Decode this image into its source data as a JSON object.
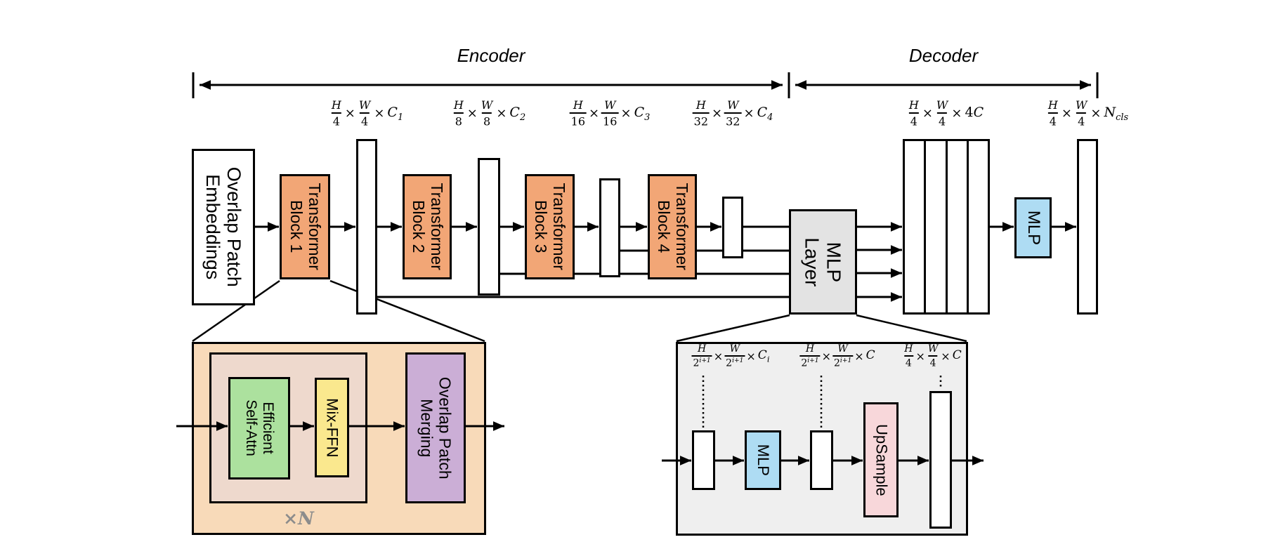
{
  "spans": {
    "encoder": "Encoder",
    "decoder": "Decoder"
  },
  "dim_labels": {
    "c1": {
      "num1": "H",
      "den1": "4",
      "densup1": "",
      "t1": "×",
      "num2": "W",
      "den2": "4",
      "densup2": "",
      "t2": "×",
      "tailpre": "",
      "tail": "C",
      "tailsub": "1"
    },
    "c2": {
      "num1": "H",
      "den1": "8",
      "densup1": "",
      "t1": "×",
      "num2": "W",
      "den2": "8",
      "densup2": "",
      "t2": "×",
      "tailpre": "",
      "tail": "C",
      "tailsub": "2"
    },
    "c3": {
      "num1": "H",
      "den1": "16",
      "densup1": "",
      "t1": "×",
      "num2": "W",
      "den2": "16",
      "densup2": "",
      "t2": "×",
      "tailpre": "",
      "tail": "C",
      "tailsub": "3"
    },
    "c4": {
      "num1": "H",
      "den1": "32",
      "densup1": "",
      "t1": "×",
      "num2": "W",
      "den2": "32",
      "densup2": "",
      "t2": "×",
      "tailpre": "",
      "tail": "C",
      "tailsub": "4"
    },
    "c4c": {
      "num1": "H",
      "den1": "4",
      "densup1": "",
      "t1": "×",
      "num2": "W",
      "den2": "4",
      "densup2": "",
      "t2": "×",
      "tailpre": "4",
      "tail": "C",
      "tailsub": ""
    },
    "ncls": {
      "num1": "H",
      "den1": "4",
      "densup1": "",
      "t1": "×",
      "num2": "W",
      "den2": "4",
      "densup2": "",
      "t2": "×",
      "tailpre": "",
      "tail": "N",
      "tailsub": "cls"
    }
  },
  "encoder": {
    "patch_embed": "Overlap Patch\nEmbeddings",
    "block1": "Transformer\nBlock 1",
    "block2": "Transformer\nBlock 2",
    "block3": "Transformer\nBlock 3",
    "block4": "Transformer\nBlock 4"
  },
  "decoder": {
    "mlp_layer": "MLP\nLayer",
    "mlp": "MLP"
  },
  "block_detail": {
    "efficient_self_attn": "Efficient\nSelf-Attn",
    "mix_ffn": "Mix-FFN",
    "overlap_patch_merging": "Overlap Patch\nMerging",
    "repeat": "×N"
  },
  "mlp_detail": {
    "mlp": "MLP",
    "upsample": "UpSample",
    "labels": {
      "in": {
        "num1": "H",
        "den1": "2",
        "densup1": "i+1",
        "t1": "×",
        "num2": "W",
        "den2": "2",
        "densup2": "i+1",
        "t2": "×",
        "tailpre": "",
        "tail": "C",
        "tailsub": "i"
      },
      "mid": {
        "num1": "H",
        "den1": "2",
        "densup1": "i+1",
        "t1": "×",
        "num2": "W",
        "den2": "2",
        "densup2": "i+1",
        "t2": "×",
        "tailpre": "",
        "tail": "C",
        "tailsub": ""
      },
      "out": {
        "num1": "H",
        "den1": "4",
        "densup1": "",
        "t1": "×",
        "num2": "W",
        "den2": "4",
        "densup2": "",
        "t2": "×",
        "tailpre": "",
        "tail": "C",
        "tailsub": ""
      }
    }
  },
  "colors": {
    "transformer_block": "#F2A676",
    "mlp_layer": "#E3E3E3",
    "mlp": "#AEDCF3",
    "block_detail_bg": "#F8DAB9",
    "block_detail_inner": "#EED9CD",
    "efficient_self_attn": "#ACE19E",
    "mix_ffn": "#FAE88E",
    "overlap_patch_merging": "#CBAED6",
    "upsample": "#F8D7DA",
    "mlp_detail_bg": "#EFEFEF",
    "line": "#000000",
    "repeat_label": "#8C8C8C"
  }
}
